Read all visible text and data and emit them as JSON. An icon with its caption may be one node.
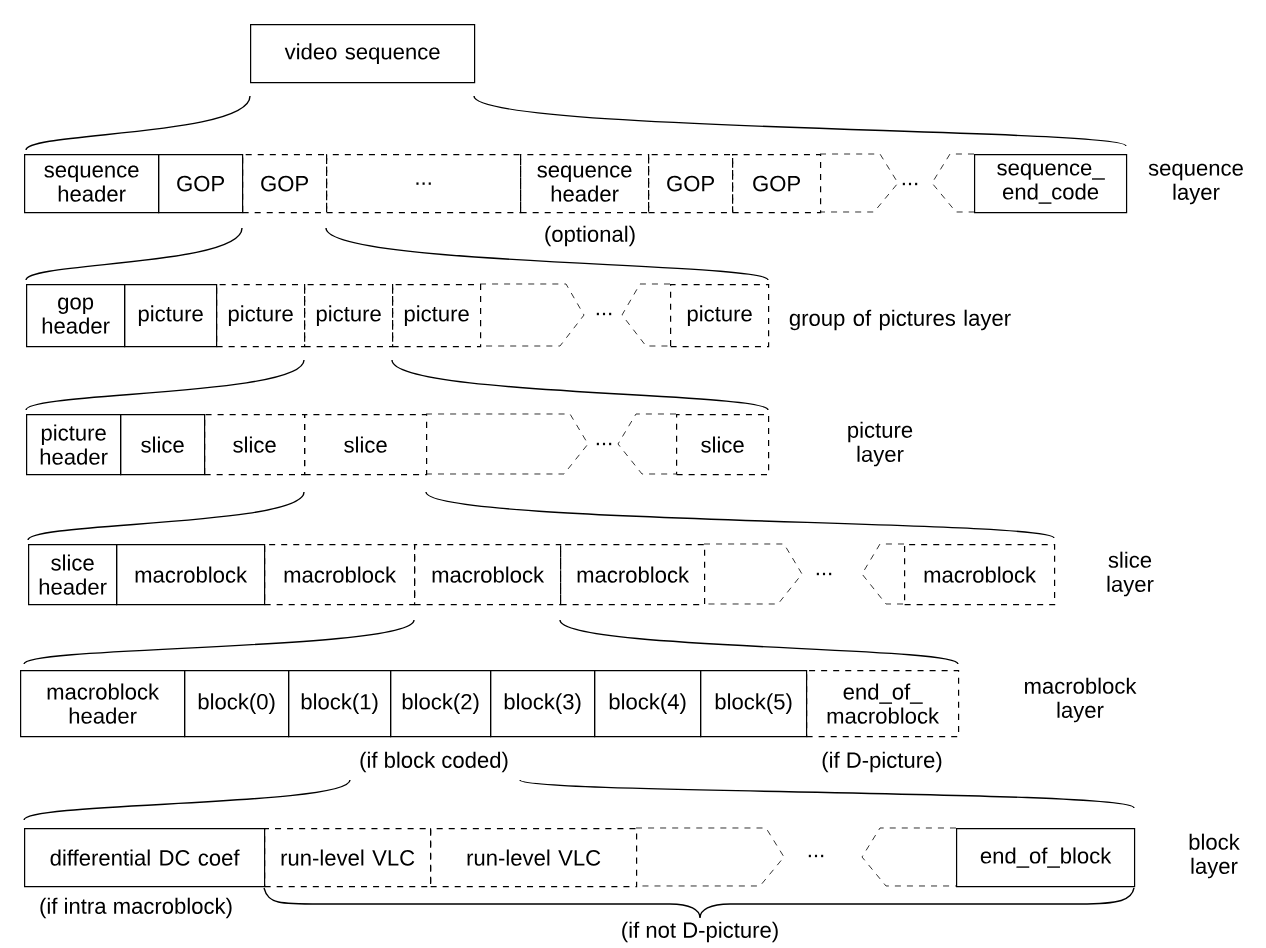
{
  "diagram": {
    "nodes": [
      {
        "text": [
          "video sequence"
        ]
      },
      {
        "text": [
          "sequence header"
        ]
      },
      {
        "text": [
          "GOP"
        ]
      },
      {
        "text": [
          "GOP"
        ]
      },
      {
        "text": [
          "..."
        ]
      },
      {
        "text": [
          "sequence header"
        ]
      },
      {
        "text": [
          "GOP"
        ]
      },
      {
        "text": [
          "GOP"
        ]
      },
      {
        "text": [
          "sequence_ end_code"
        ]
      },
      {
        "text": [
          "gop header"
        ]
      },
      {
        "text": [
          "picture"
        ]
      },
      {
        "text": [
          "picture"
        ]
      },
      {
        "text": [
          "picture"
        ]
      },
      {
        "text": [
          "picture"
        ]
      },
      {
        "text": [
          "picture"
        ]
      },
      {
        "text": [
          "picture header"
        ]
      },
      {
        "text": [
          "slice"
        ]
      },
      {
        "text": [
          "slice"
        ]
      },
      {
        "text": [
          "slice"
        ]
      },
      {
        "text": [
          "slice"
        ]
      },
      {
        "text": [
          "slice header"
        ]
      },
      {
        "text": [
          "macroblock"
        ]
      },
      {
        "text": [
          "macroblock"
        ]
      },
      {
        "text": [
          "macroblock"
        ]
      },
      {
        "text": [
          "macroblock"
        ]
      },
      {
        "text": [
          "macroblock"
        ]
      },
      {
        "text": [
          "macroblock header"
        ]
      },
      {
        "text": [
          "block(0)"
        ]
      },
      {
        "text": [
          "block(1)"
        ]
      },
      {
        "text": [
          "block(2)"
        ]
      },
      {
        "text": [
          "block(3)"
        ]
      },
      {
        "text": [
          "block(4)"
        ]
      },
      {
        "text": [
          "block(5)"
        ]
      },
      {
        "text": [
          "end_of_ macroblock"
        ]
      },
      {
        "text": [
          "differential DC coef"
        ]
      },
      {
        "text": [
          "run-level VLC"
        ]
      },
      {
        "text": [
          "run-level VLC"
        ]
      },
      {
        "text": [
          "end_of_block"
        ]
      }
    ],
    "labels": [
      "...",
      "sequence layer",
      "(optional)",
      "...",
      "group of pictures layer",
      "...",
      "picture layer",
      "...",
      "slice layer",
      "macroblock layer",
      "(if block coded)",
      "(if D-picture)",
      "...",
      "block layer",
      "(if intra macroblock)",
      "(if not D-picture)"
    ]
  }
}
